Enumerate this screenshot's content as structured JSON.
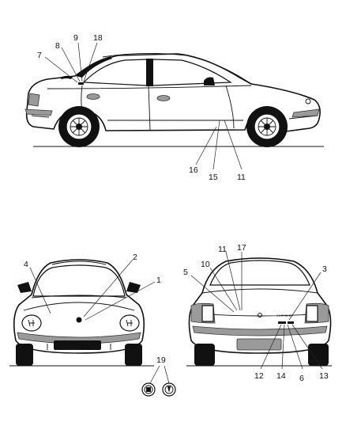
{
  "diagram": {
    "callouts": {
      "side": [
        "7",
        "8",
        "9",
        "18",
        "16",
        "15",
        "11"
      ],
      "front": [
        "4",
        "2",
        "1",
        "19"
      ],
      "rear": [
        "11",
        "17",
        "10",
        "5",
        "3",
        "12",
        "14",
        "6",
        "13"
      ]
    },
    "rear_badge_text": "CHRYSLER"
  }
}
